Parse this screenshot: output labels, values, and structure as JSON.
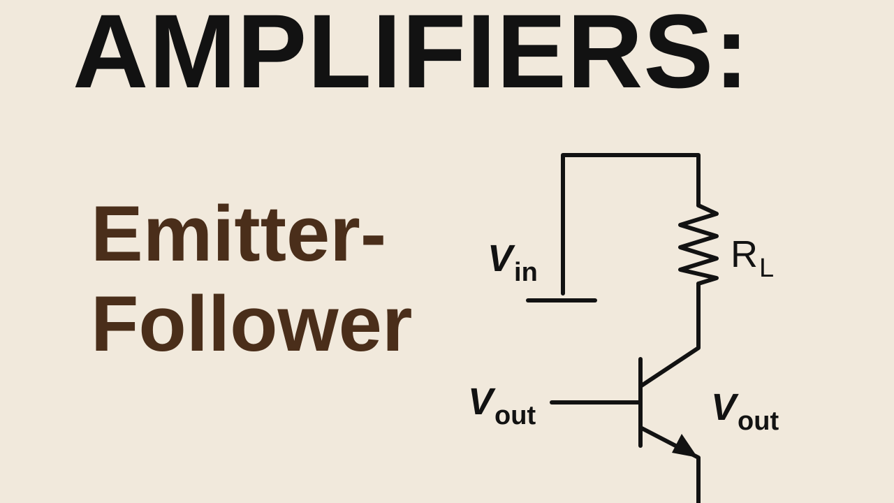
{
  "title": "AMPLIFIERS:",
  "subtitle": {
    "line1": "Emitter-",
    "line2": "Follower"
  },
  "schematic": {
    "input_label": {
      "main": "V",
      "sub": "in"
    },
    "base_label": {
      "main": "V",
      "sub": "out"
    },
    "emitter_label": {
      "main": "V",
      "sub": "out"
    },
    "resistor_label": {
      "main": "R",
      "sub": "L"
    }
  },
  "colors": {
    "background": "#f1e9dc",
    "title": "#121212",
    "subtitle": "#4a2e1a",
    "wire": "#121212"
  }
}
